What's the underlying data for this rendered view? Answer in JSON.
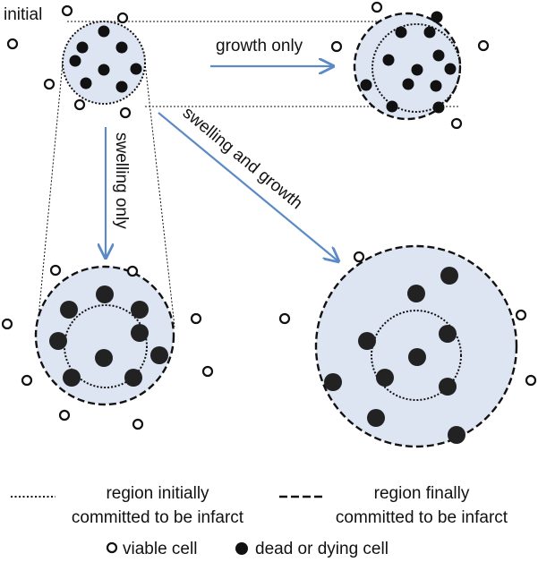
{
  "labels": {
    "initial": "initial",
    "growth_only": "growth only",
    "swelling_only": "swelling only",
    "swelling_and_growth": "swelling and growth"
  },
  "legend": {
    "dotted_line1": "region initially",
    "dotted_line2": "committed to be infarct",
    "dashed_line1": "region finally",
    "dashed_line2": "committed to be infarct",
    "viable": "viable cell",
    "dead": "dead or dying cell"
  },
  "colors": {
    "region_fill": "#dde4f2",
    "arrow": "#5b8ac6",
    "stroke": "#111111",
    "dead_cell": "#111111",
    "dead_cell_swollen": "#222222"
  }
}
